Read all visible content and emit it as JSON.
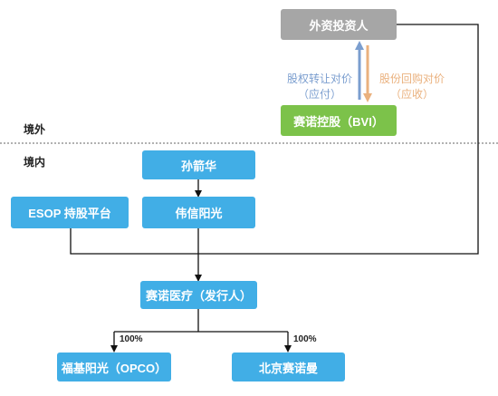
{
  "regions": {
    "overseas": "境外",
    "domestic": "境内"
  },
  "nodes": {
    "foreign_investor": "外资投资人",
    "bvi": "赛诺控股（BVI）",
    "sun_jianhua": "孙箭华",
    "weixin_yangguang": "伟信阳光",
    "esop": "ESOP 持股平台",
    "issuer": "赛诺医疗（发行人）",
    "opco": "福基阳光（OPCO）",
    "beijing_sainuoman": "北京赛诺曼"
  },
  "flows": {
    "equity_transfer": {
      "line1": "股权转让对价",
      "line2": "（应付）",
      "color": "#7b9ecf"
    },
    "share_buyback": {
      "line1": "股份回购对价",
      "line2": "（应收）",
      "color": "#eab17e"
    }
  },
  "ownership": {
    "opco_pct": "100%",
    "beijing_pct": "100%"
  },
  "colors": {
    "node_blue": "#41aee6",
    "node_gray": "#a6a6a6",
    "node_green": "#7cc24a"
  }
}
